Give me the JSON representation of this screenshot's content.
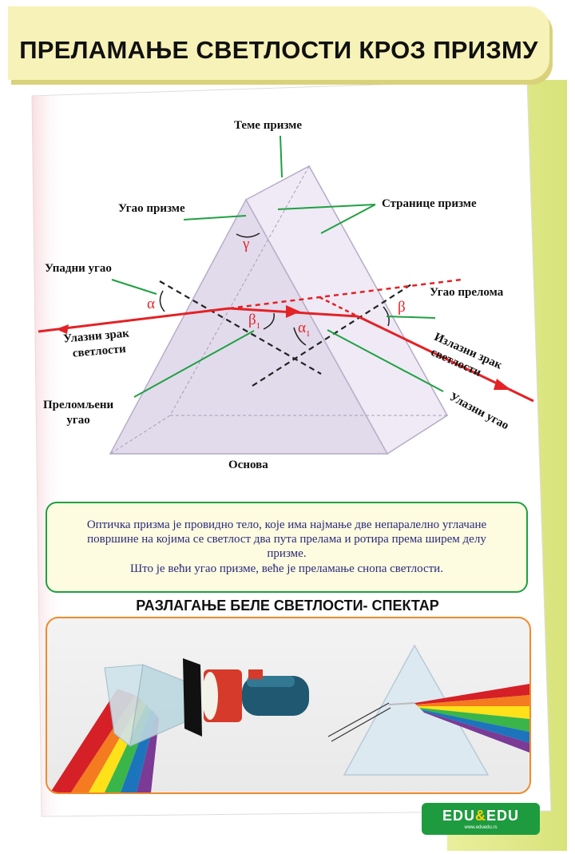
{
  "title": "ПРЕЛАМАЊЕ СВЕТЛОСТИ КРОЗ ПРИЗМУ",
  "diagram": {
    "labels": {
      "apex": "Теме  призме",
      "prism_angle": "Угао призме",
      "faces": "Странице призме",
      "incidence_angle": "Упадни угао",
      "refraction_angle": "Угао прелома",
      "incoming_ray_line1": "Улазни зрак",
      "incoming_ray_line2": "светлости",
      "outgoing_ray_line1": "Излазни зрак",
      "outgoing_ray_line2": "светлости",
      "refracted_angle_line1": "Преломљени",
      "refracted_angle_line2": "угао",
      "exit_angle": "Улазни угао",
      "base": "Основа"
    },
    "symbols": {
      "gamma": "γ",
      "alpha": "α",
      "beta1": "β",
      "beta1_sub": "1",
      "alpha1": "α",
      "alpha1_sub": "1",
      "beta": "β"
    }
  },
  "info": {
    "line1": "Оптичка призма је провидно тело, које има најмање две непаралелно углачане",
    "line2": "површине на којима се светлост два пута прелама и ротира према ширем делу",
    "line3": "призме.",
    "line4": "Што је већи угао призме, веће је преламање снопа светлости."
  },
  "spectrum_heading": "РАЗЛАГАЊЕ БЕЛЕ СВЕТЛОСТИ- СПЕКТАР",
  "logo": {
    "left": "EDU",
    "amp": "&",
    "right": "EDU",
    "url": "www.eduedu.rs"
  },
  "colors": {
    "title_bg": "#f7f3b8",
    "ray": "#e32226",
    "leader": "#1fa043",
    "box_border_green": "#1fa043",
    "box_border_orange": "#f08a2c",
    "prism_fill": "#e6dff0"
  }
}
